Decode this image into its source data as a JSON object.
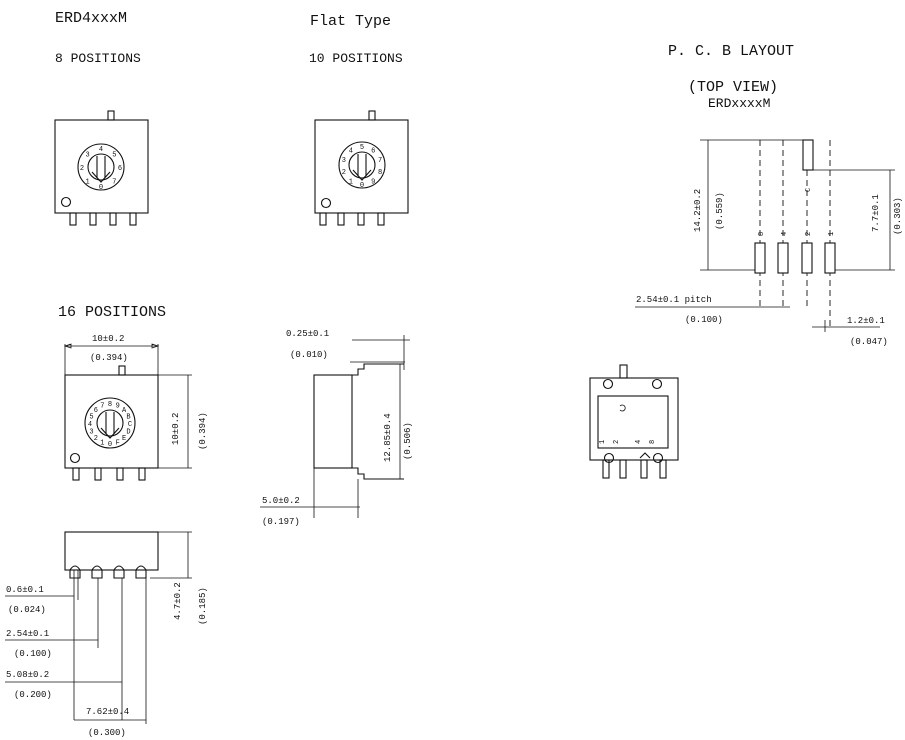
{
  "headings": {
    "model": "ERD4xxxM",
    "flat_type": "Flat Type",
    "pos8": "8 POSITIONS",
    "pos10": "10 POSITIONS",
    "pos16": "16 POSITIONS",
    "pcb_title": "P. C. B LAYOUT",
    "top_view": "(TOP VIEW)",
    "pcb_model": "ERDxxxxM"
  },
  "dial_labels": {
    "pos8": [
      "0",
      "1",
      "2",
      "3",
      "4",
      "5",
      "6",
      "7"
    ],
    "pos10": [
      "0",
      "1",
      "2",
      "3",
      "4",
      "5",
      "6",
      "7",
      "8",
      "9"
    ],
    "pos16": [
      "0",
      "1",
      "2",
      "3",
      "4",
      "5",
      "6",
      "7",
      "8",
      "9",
      "A",
      "B",
      "C",
      "D",
      "E",
      "F"
    ]
  },
  "dimensions": {
    "width_mm": "10±0.2",
    "width_in": "(0.394)",
    "height_mm": "10±0.2",
    "height_in": "(0.394)",
    "lead_mm": "0.25±0.1",
    "lead_in": "(0.010)",
    "body_len_mm": "12.85±0.4",
    "body_len_in": "(0.506)",
    "body_h_mm": "5.0±0.2",
    "body_h_in": "(0.197)",
    "side_h_mm": "4.7±0.2",
    "side_h_in": "(0.185)",
    "pin_w_mm": "0.6±0.1",
    "pin_w_in": "(0.024)",
    "pitch_mm": "2.54±0.1",
    "pitch_in": "(0.100)",
    "span_mm": "5.08±0.2",
    "span_in": "(0.200)",
    "row_mm": "7.62±0.4",
    "row_in": "(0.300)",
    "pcb_h_mm": "14.2±0.2",
    "pcb_h_in": "(0.559)",
    "pcb_pad_mm": "7.7±0.1",
    "pcb_pad_in": "(0.303)",
    "pcb_pitch": "2.54±0.1 pitch",
    "pcb_pitch_in": "(0.100)",
    "pcb_pad_w_mm": "1.2±0.1",
    "pcb_pad_w_in": "(0.047)"
  },
  "pcb_pin_numbers": [
    "8",
    "4",
    "C",
    "2",
    "1"
  ],
  "schematic_pins": [
    "1",
    "2",
    "4",
    "8"
  ]
}
